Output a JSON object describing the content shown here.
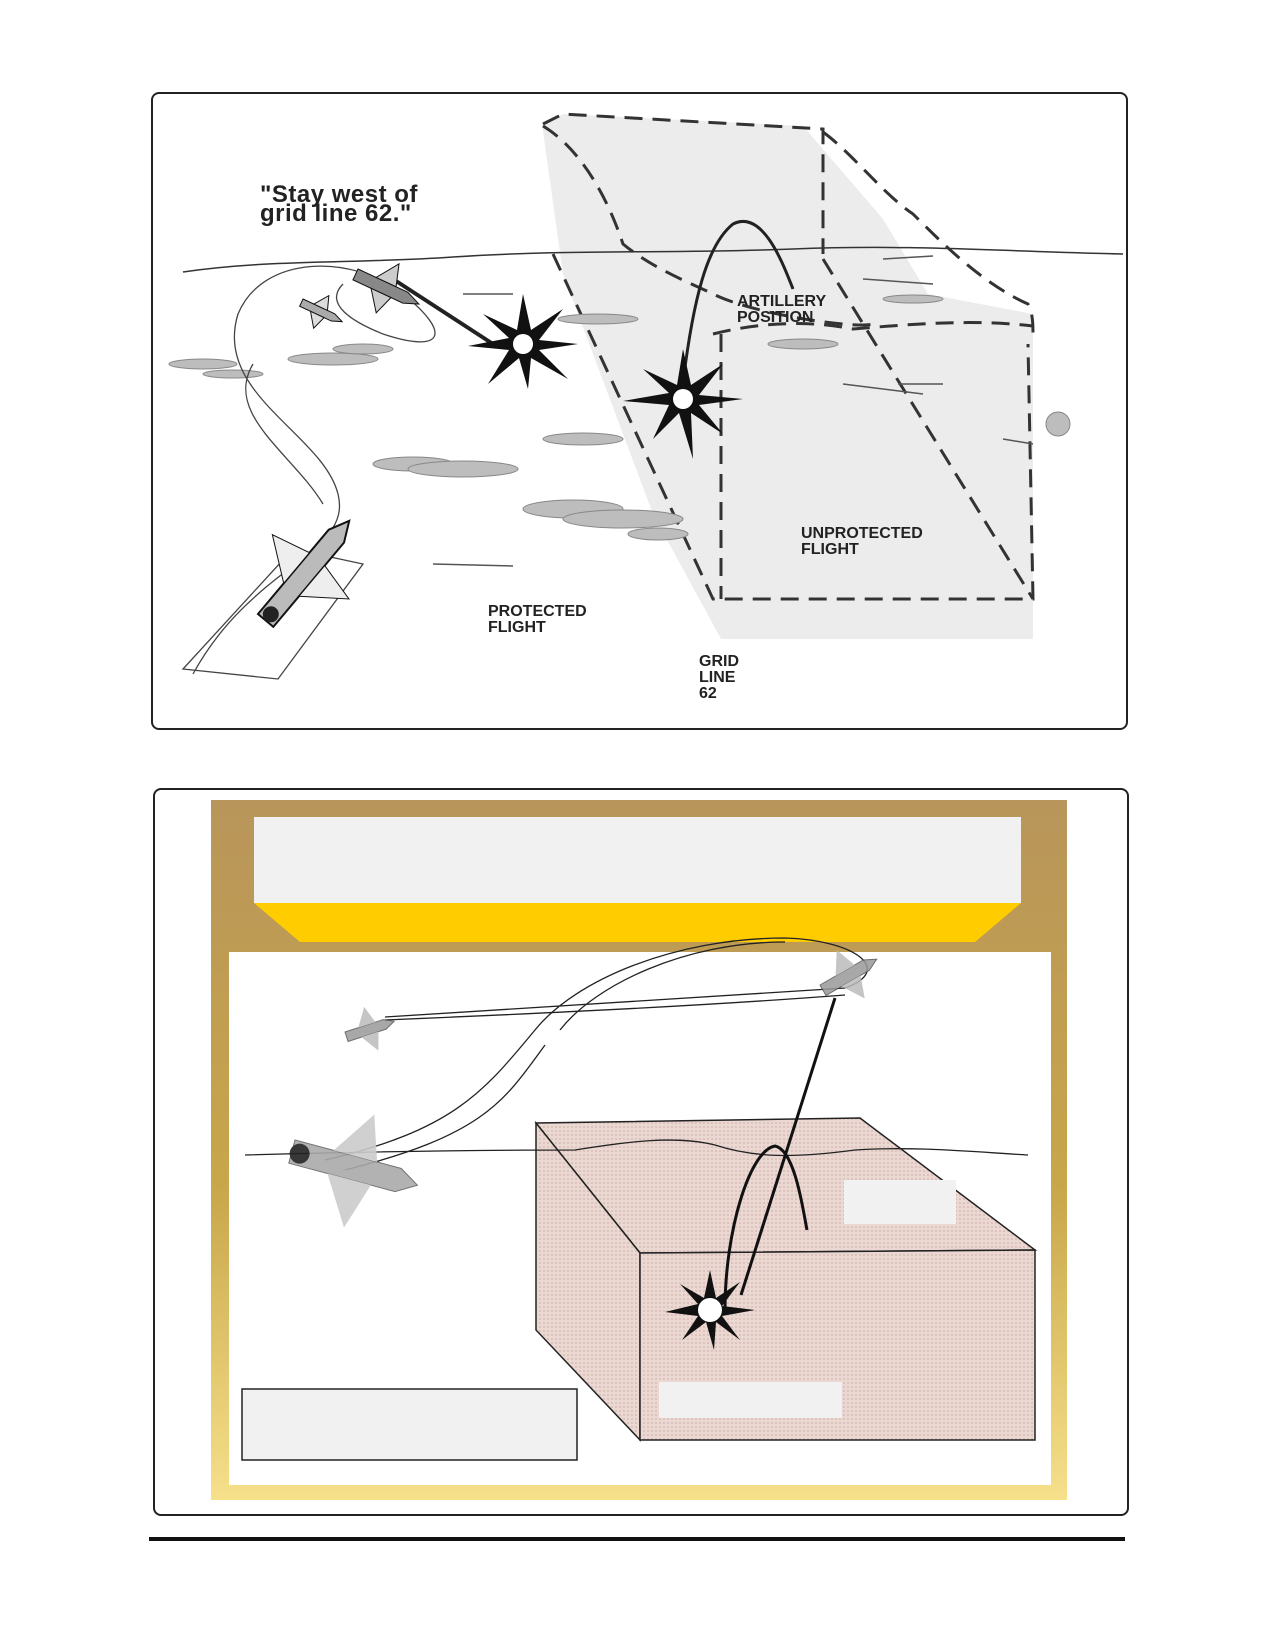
{
  "top_panel": {
    "quote_line1": "\"Stay west of",
    "quote_line2": "grid line 62.\"",
    "artillery_line1": "ARTILLERY",
    "artillery_line2": "POSITION",
    "unprotected_line1": "UNPROTECTED",
    "unprotected_line2": "FLIGHT",
    "protected_line1": "PROTECTED",
    "protected_line2": "FLIGHT",
    "grid_line1": "GRID",
    "grid_line2": "LINE",
    "grid_line3": "62"
  },
  "bottom_panel": {
    "frame_colors": {
      "outer": "#b8955a",
      "inner_band": "#ffcc00",
      "zone": "#eddbd6"
    }
  }
}
